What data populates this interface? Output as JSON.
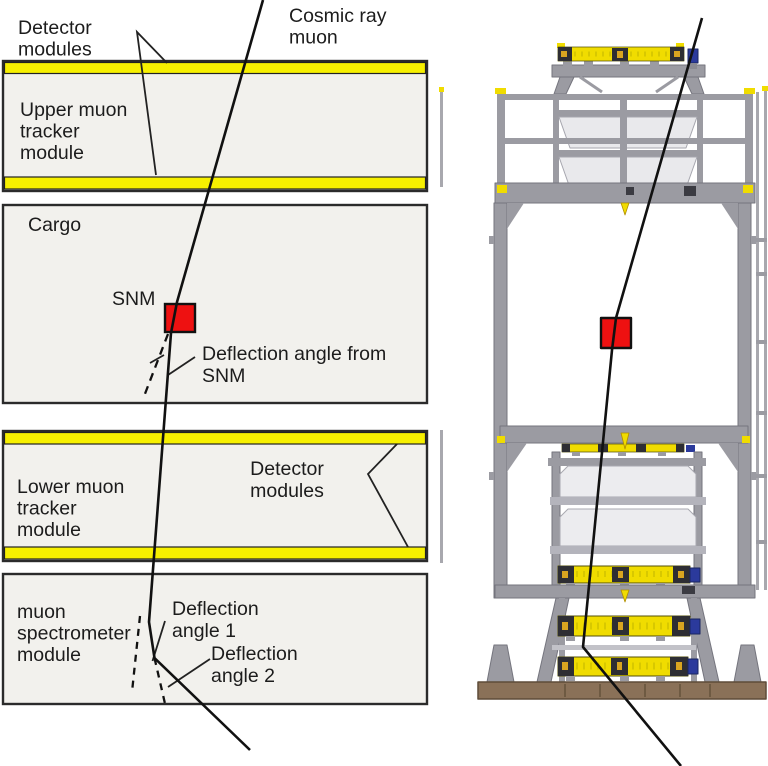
{
  "left": {
    "labels": {
      "detector_modules_top": [
        "Detector",
        "modules"
      ],
      "cosmic_ray_muon": [
        "Cosmic ray",
        "muon"
      ],
      "upper_tracker": [
        "Upper muon",
        "tracker",
        "module"
      ],
      "cargo": "Cargo",
      "snm": "SNM",
      "deflection_from_snm": [
        "Deflection angle from",
        "SNM"
      ],
      "lower_tracker": [
        "Lower muon",
        "tracker",
        "module"
      ],
      "detector_modules_lower": [
        "Detector",
        "modules"
      ],
      "spectrometer": [
        "muon",
        "spectrometer",
        "module"
      ],
      "deflection_angle_1": [
        "Deflection",
        "angle 1"
      ],
      "deflection_angle_2": [
        "Deflection",
        "angle 2"
      ]
    }
  },
  "colors": {
    "detector_yellow": "#f7f000",
    "cad_detector_yellow": "#f0dc00",
    "snm_red": "#ee1111",
    "module_fill": "#f2f1ed",
    "frame_gray": "#9b9ba2",
    "base_brown": "#8a7158",
    "sensor_blue": "#2b3a9c",
    "track_black": "#111111"
  }
}
